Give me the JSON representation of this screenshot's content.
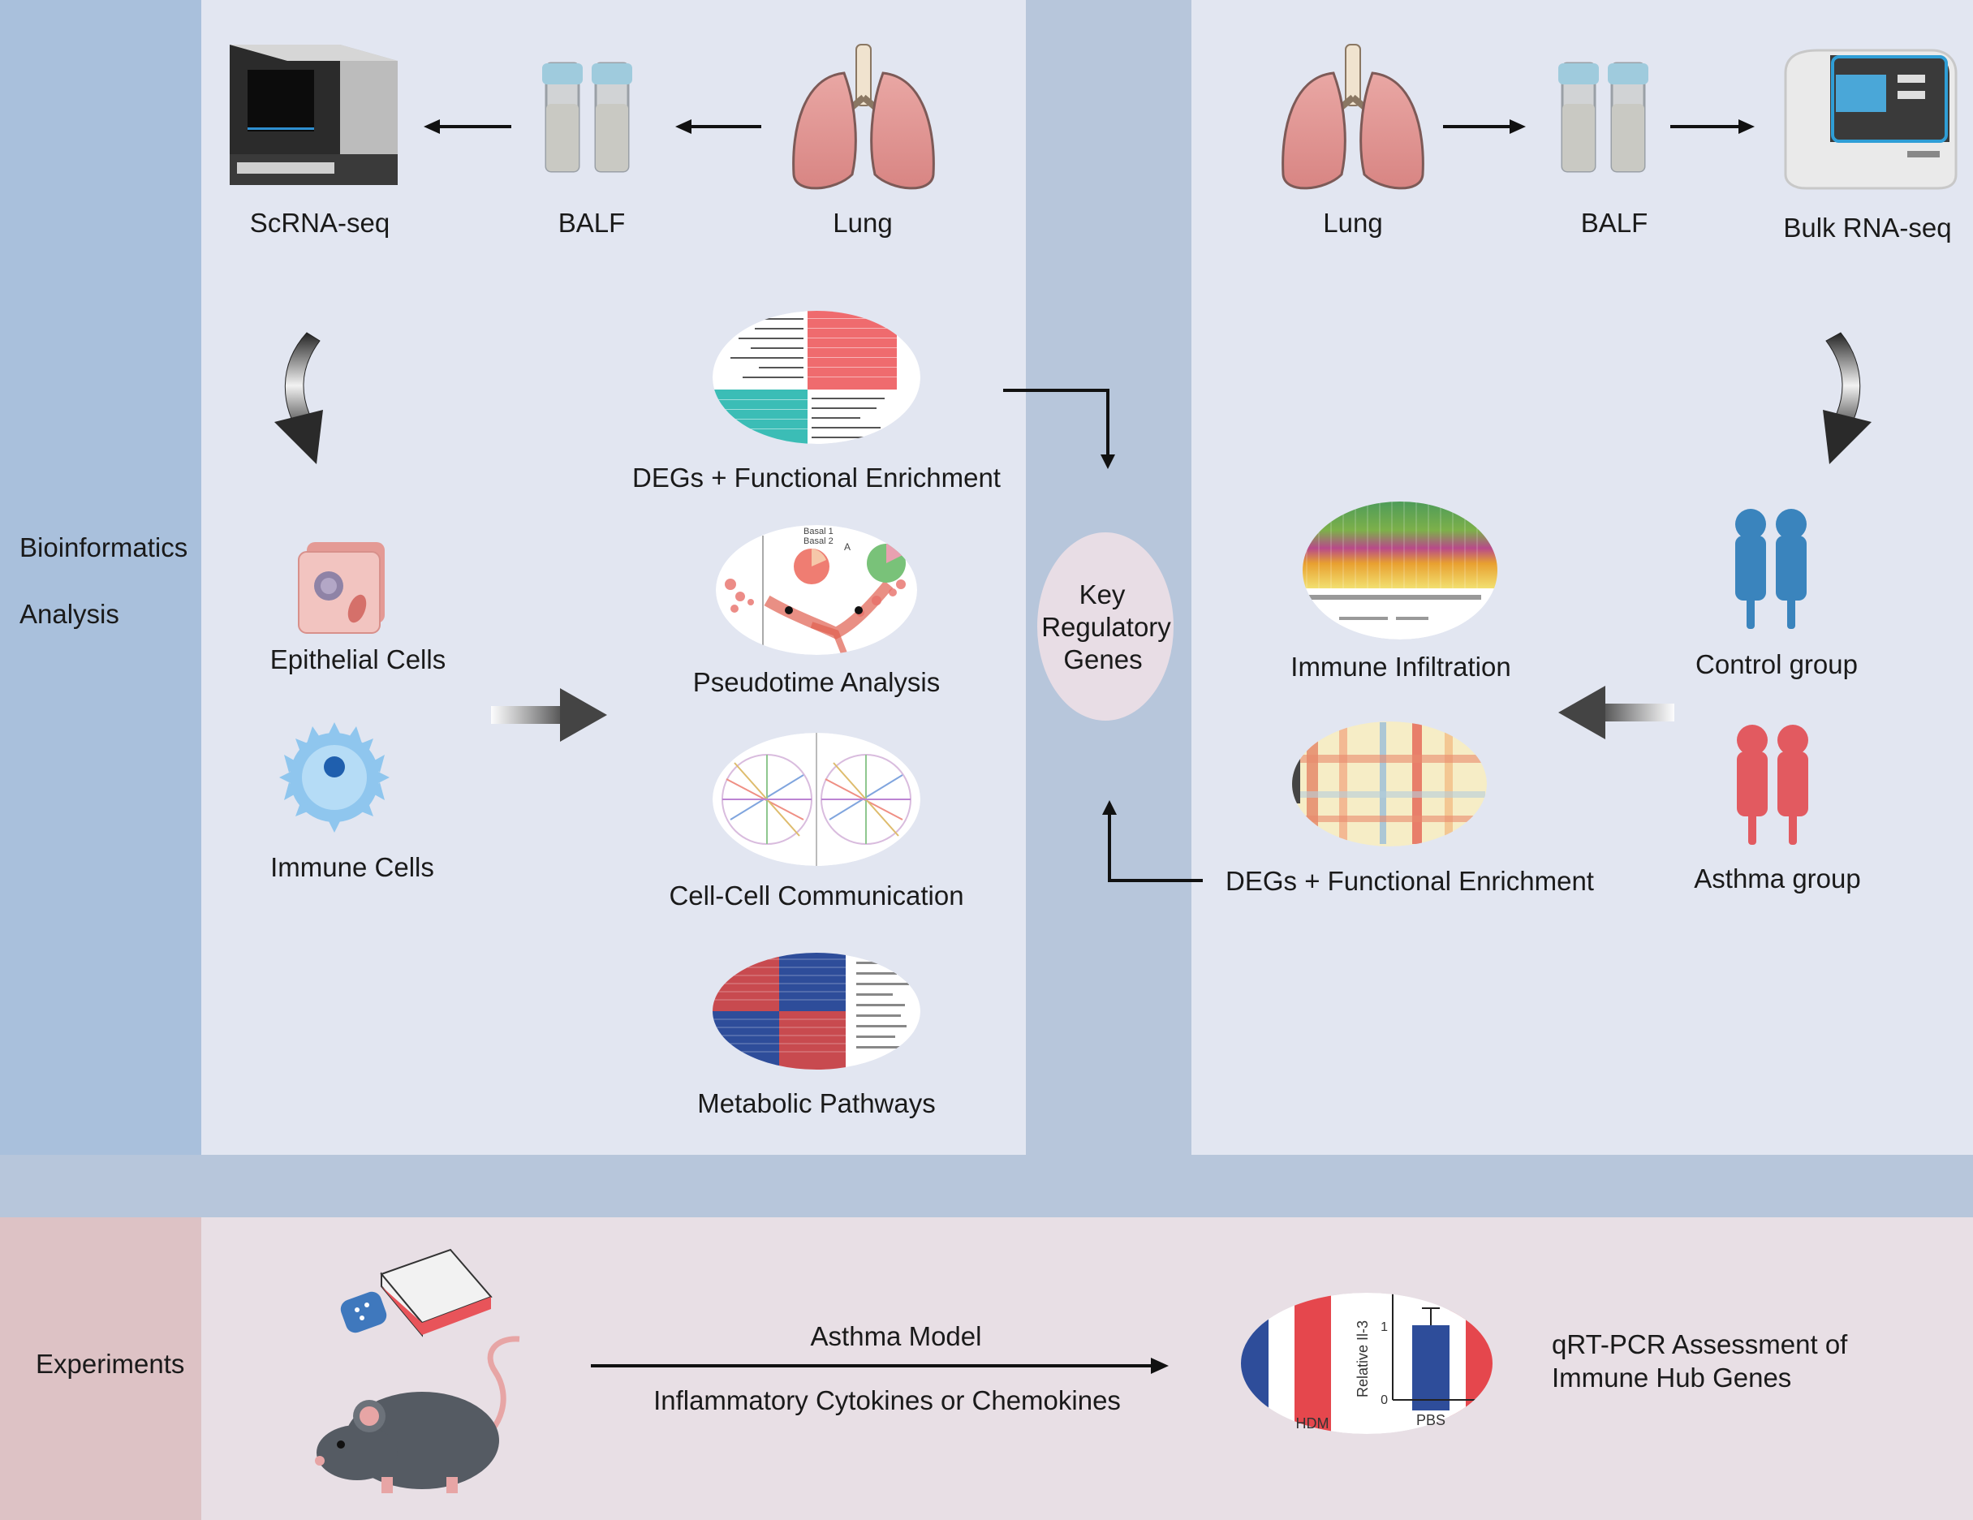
{
  "side_labels": {
    "bioinformatics_line1": "Bioinformatics",
    "bioinformatics_line2": "Analysis",
    "experiments": "Experiments"
  },
  "left_pipeline": {
    "scrna": "ScRNA-seq",
    "balf": "BALF",
    "lung": "Lung",
    "epithelial": "Epithelial Cells",
    "immune": "Immune Cells",
    "degs": "DEGs + Functional Enrichment",
    "pseudotime": "Pseudotime Analysis",
    "pseudotime_legend_1": "Basal 1",
    "pseudotime_legend_2": "Basal 2",
    "pseudotime_panel": "A",
    "cellcell": "Cell-Cell Communication",
    "metabolic": "Metabolic Pathways"
  },
  "center": {
    "key_line1": "Key",
    "key_line2": "Regulatory",
    "key_line3": "Genes"
  },
  "right_pipeline": {
    "lung": "Lung",
    "balf": "BALF",
    "bulk": "Bulk RNA-seq",
    "control": "Control group",
    "asthma": "Asthma group",
    "immune_infiltration": "Immune Infiltration",
    "degs": "DEGs + Functional Enrichment"
  },
  "experiments": {
    "asthma_model": "Asthma Model",
    "cytokines": "Inflammatory Cytokines or Chemokines",
    "qrt_line1": "qRT-PCR Assessment of",
    "qrt_line2": "Immune Hub Genes",
    "bar_ylabel": "Relative Il-3",
    "bar_ytick_1": "1",
    "bar_ytick_0": "0",
    "bar_cat_hdm": "HDM",
    "bar_cat_pbs": "PBS"
  },
  "colors": {
    "panel_light": "#e2e6f1",
    "band_blue": "#a9c0dc",
    "divider": "#b6c5da",
    "exp_pink": "#ddc2c5",
    "exp_bg": "#e8dfe5",
    "red": "#e5545a",
    "blue": "#3b7fb8"
  }
}
